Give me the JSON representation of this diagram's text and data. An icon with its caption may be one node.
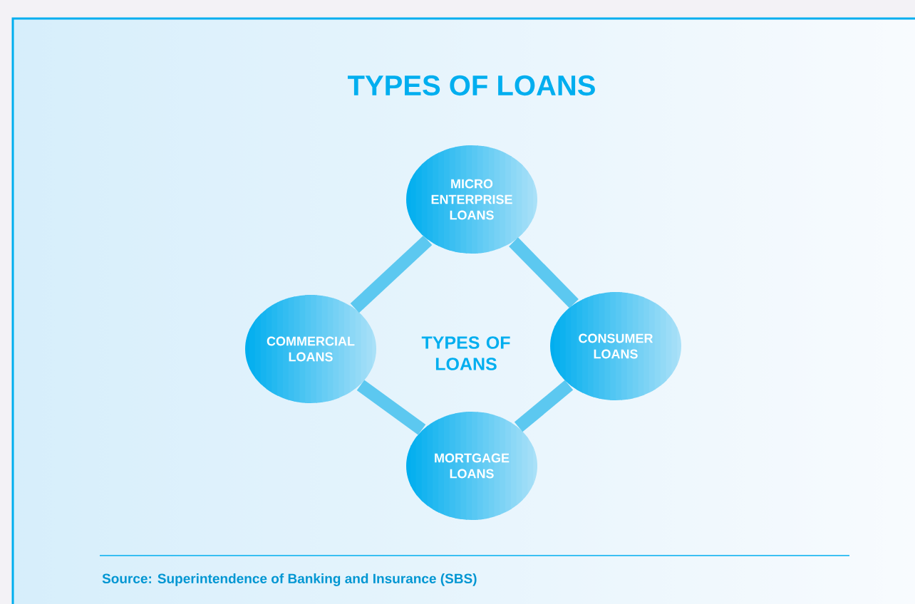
{
  "diagram": {
    "title": "TYPES OF LOANS",
    "caption": "Source: Superintendence of Banking and Insurance (SBS)",
    "nodes": [
      {
        "text": [
          "MICRO ENTERPRISE LOANS"
        ]
      },
      {
        "text": [
          "COMMERCIAL LOANS"
        ]
      },
      {
        "text": [
          "CONSUMER LOANS"
        ]
      },
      {
        "text": [
          "MORTGAGE LOANS"
        ]
      }
    ],
    "edges": [
      {
        "from": 0,
        "to": 1,
        "arrow": "none"
      },
      {
        "from": 0,
        "to": 2,
        "arrow": "none"
      },
      {
        "from": 1,
        "to": 3,
        "arrow": "none"
      },
      {
        "from": 2,
        "to": 3,
        "arrow": "none"
      }
    ],
    "labels": [
      "TYPES OF LOANS"
    ]
  }
}
